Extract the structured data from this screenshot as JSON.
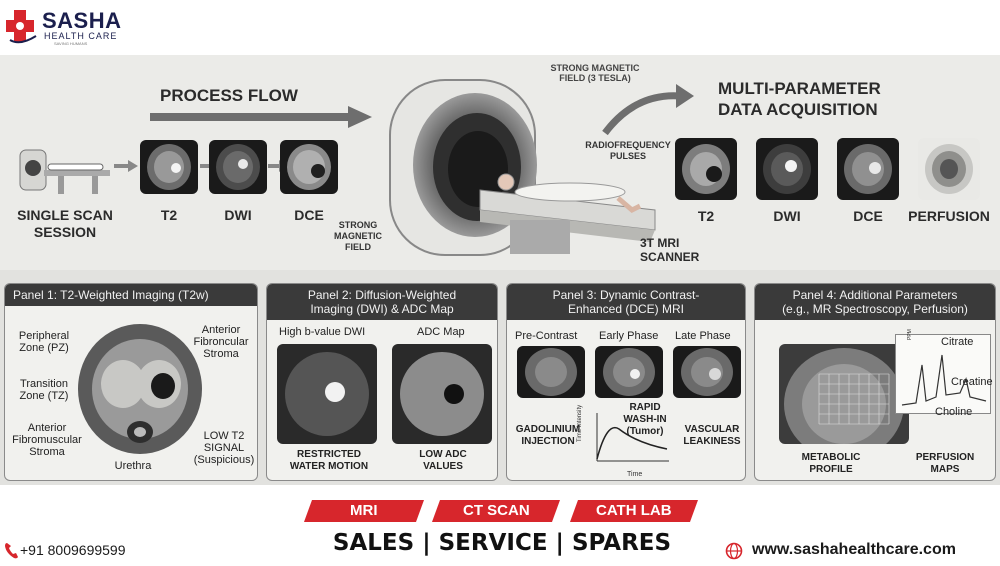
{
  "brand": {
    "name": "SASHA",
    "subtitle": "HEALTH CARE",
    "tagline": "SAVING HUMANS"
  },
  "process": {
    "title": "PROCESS FLOW",
    "steps": [
      "SINGLE SCAN\nSESSION",
      "T2",
      "DWI",
      "DCE"
    ]
  },
  "scanner": {
    "field_top": "STRONG MAGNETIC\nFIELD (3 TESLA)",
    "rf": "RADIOFREQUENCY\nPULSES",
    "field_side": "STRONG\nMAGNETIC\nFIELD",
    "label": "3T MRI\nSCANNER"
  },
  "acquisition": {
    "title": "MULTI-PARAMETER\nDATA ACQUISITION",
    "items": [
      "T2",
      "DWI",
      "DCE",
      "PERFUSION"
    ]
  },
  "panel1": {
    "title": "Panel 1: T2-Weighted Imaging (T2w)",
    "peripheral": "Peripheral\nZone (PZ)",
    "transition": "Transition\nZone (TZ)",
    "anterior_stroma": "Anterior\nFibromuscular\nStroma",
    "anterior_fibroncular": "Anterior\nFibroncular\nStroma",
    "urethra": "Urethra",
    "low_signal": "LOW T2\nSIGNAL\n(Suspicious)"
  },
  "panel2": {
    "title": "Panel 2: Diffusion-Weighted\nImaging (DWI) & ADC Map",
    "left_label": "High b-value DWI",
    "right_label": "ADC Map",
    "left_caption": "RESTRICTED\nWATER MOTION",
    "right_caption": "LOW ADC\nVALUES"
  },
  "panel3": {
    "title": "Panel 3: Dynamic Contrast-\nEnhanced (DCE) MRI",
    "phases": [
      "Pre-Contrast",
      "Early Phase",
      "Late Phase"
    ],
    "gadolinium": "GADOLINIUM\nINJECTION",
    "washin": "RAPID\nWASH-IN\n(Tumor)",
    "leakiness": "VASCULAR\nLEAKINESS",
    "axis_y": "Time Intensity",
    "axis_x": "Time"
  },
  "panel4": {
    "title": "Panel 4: Additional Parameters\n(e.g., MR Spectroscopy, Perfusion)",
    "citrate": "Citrate",
    "creatine": "Creatine",
    "choline": "Choline",
    "axis": "PPM",
    "metabolic": "METABOLIC\nPROFILE",
    "perfusion": "PERFUSION\nMAPS"
  },
  "footer": {
    "tags": [
      "MRI",
      "CT SCAN",
      "CATH LAB"
    ],
    "phone": "+91 8009699599",
    "tagline": "SALES | SERVICE | SPARES",
    "website": "www.sashahealthcare.com"
  },
  "colors": {
    "brand_red": "#d7262c",
    "brand_navy": "#1b1f4d",
    "panel_head": "#3a3a3a"
  }
}
